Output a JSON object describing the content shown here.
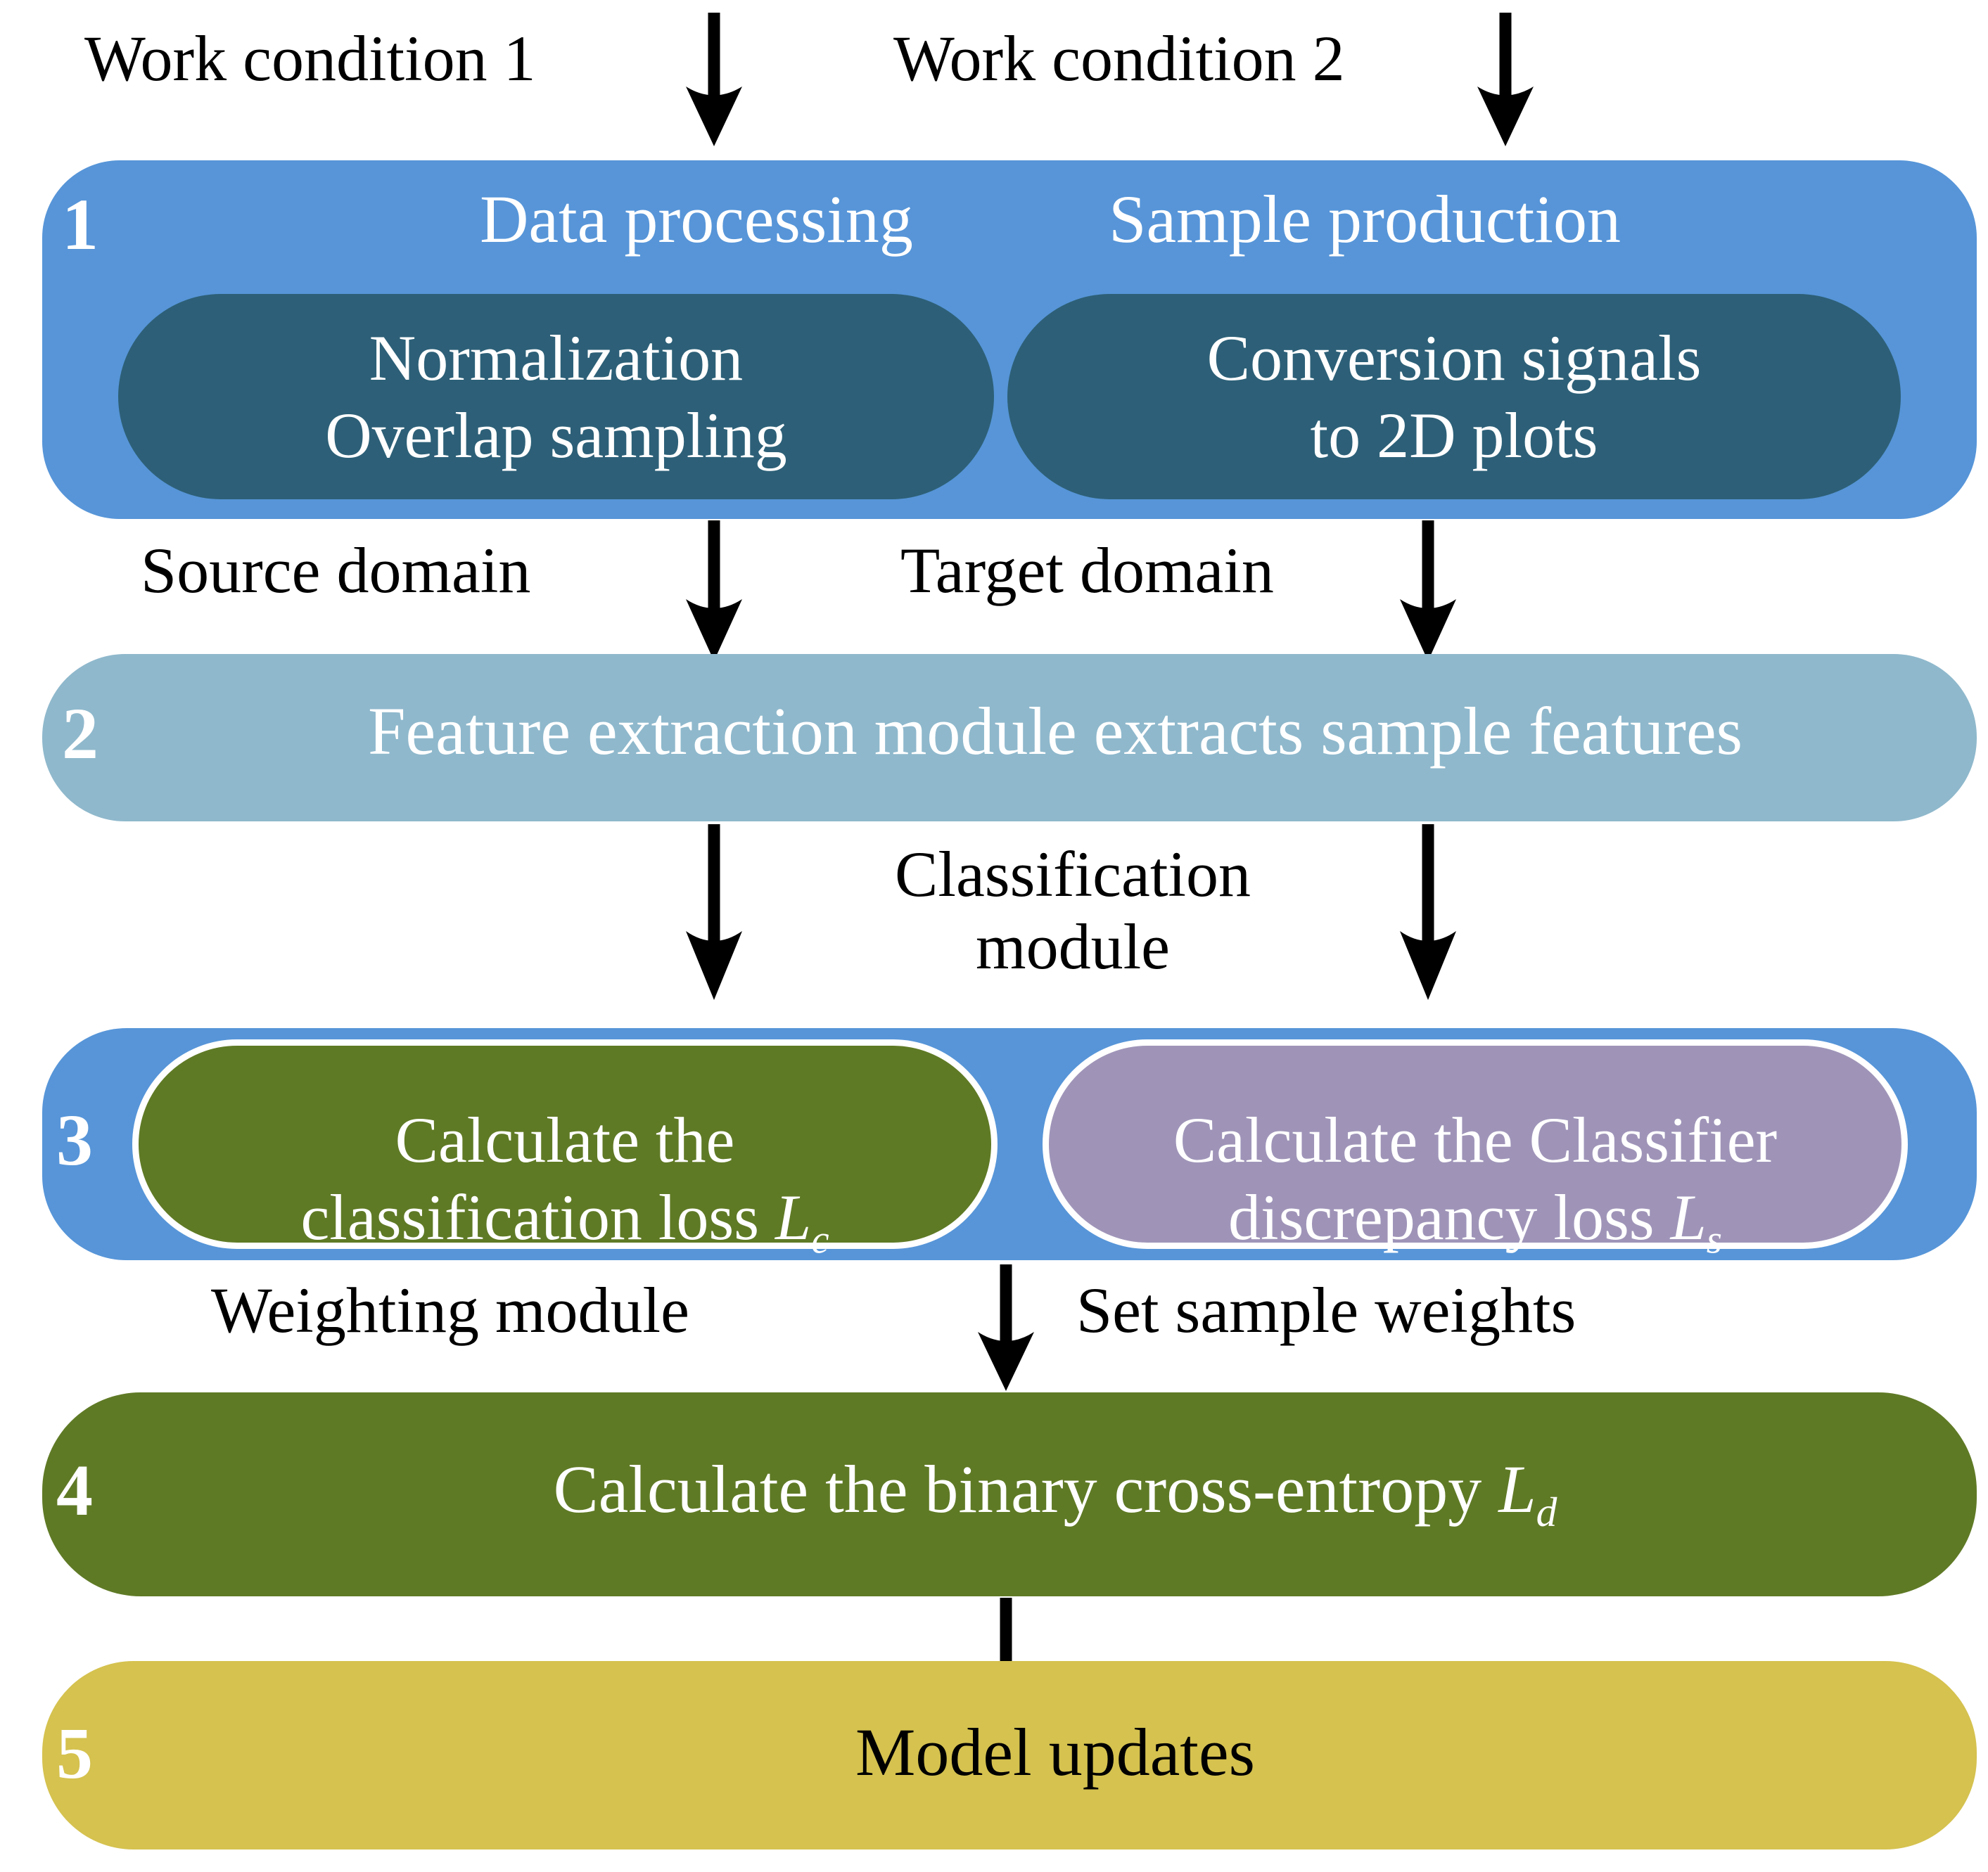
{
  "diagram": {
    "title": "Domain adaptation training flowchart",
    "colors": {
      "blue": "#5795d8",
      "dark_teal": "#2d6078",
      "light_blue": "#8fb8cc",
      "olive": "#5f7a25",
      "purple": "#9f94b8",
      "gold": "#d5c24f",
      "white": "#ffffff",
      "black": "#000000"
    },
    "steps": [
      {
        "number": "1",
        "titles": [
          "Data processing",
          "Sample production"
        ],
        "subblocks": [
          "Normalization\nOverlap sampling",
          "Conversion  signals\nto 2D plots"
        ]
      },
      {
        "number": "2",
        "titles": [
          "Feature extraction module extracts sample features"
        ],
        "subblocks": []
      },
      {
        "number": "3",
        "titles": [],
        "subblocks": [
          "Calculate the\nclassification loss Lc",
          "Calculate the Classifier\ndiscrepancy loss Ls"
        ]
      },
      {
        "number": "4",
        "titles": [
          "Calculate the binary cross-entropy Ld"
        ],
        "subblocks": []
      },
      {
        "number": "5",
        "titles": [
          "Model updates"
        ],
        "subblocks": []
      }
    ],
    "connectors": [
      {
        "id": "work-condition-1",
        "label": "Work condition 1"
      },
      {
        "id": "work-condition-2",
        "label": "Work condition 2"
      },
      {
        "id": "source-domain",
        "label": "Source domain"
      },
      {
        "id": "target-domain",
        "label": "Target domain"
      },
      {
        "id": "classification-module",
        "label": "Classification\nmodule"
      },
      {
        "id": "weighting-module",
        "label": "Weighting module"
      },
      {
        "id": "set-sample-weights",
        "label": "Set sample weights"
      }
    ],
    "math": {
      "lc_base": "L",
      "lc_sub": "c",
      "ls_base": "L",
      "ls_sub": "s",
      "ld_base": "L",
      "ld_sub": "d"
    }
  }
}
